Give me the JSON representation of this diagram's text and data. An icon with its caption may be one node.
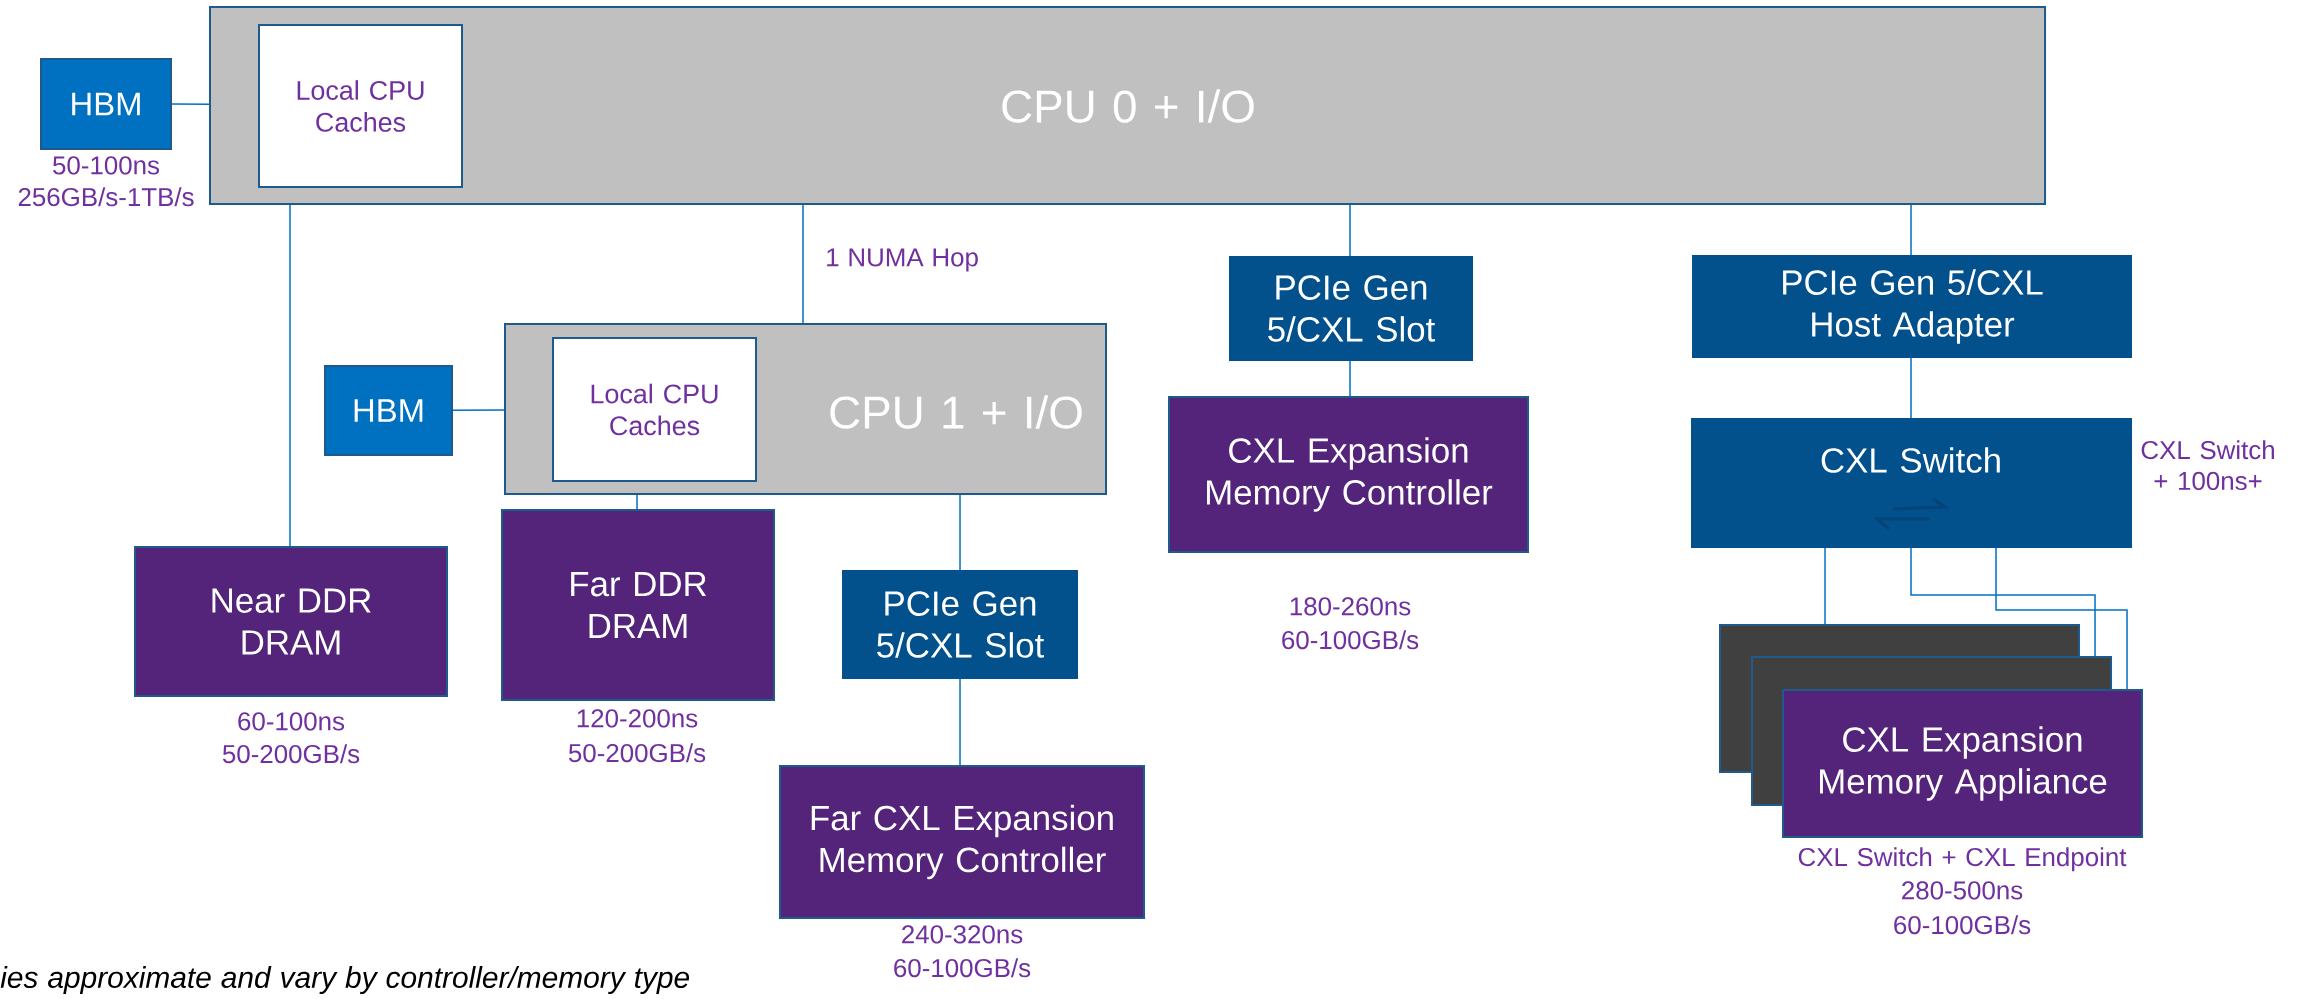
{
  "diagram": {
    "nodes": [
      {
        "text": [
          "CPU 0 + I/O"
        ]
      },
      {
        "text": [
          "Local CPU Caches"
        ],
        "in": 0
      },
      {
        "text": [
          "HBM"
        ],
        "beside": [
          "50-100ns",
          "256GB/s-1TB/s"
        ]
      },
      {
        "text": [
          "PCIe Gen 5/CXL Slot"
        ]
      },
      {
        "text": [
          "PCIe Gen 5/CXL Host Adapter"
        ]
      },
      {
        "text": [
          "CPU 1 + I/O"
        ]
      },
      {
        "text": [
          "Local CPU Caches"
        ],
        "in": 5
      },
      {
        "text": [
          "HBM"
        ]
      },
      {
        "text": [
          "CXL Expansion Memory Controller"
        ],
        "beside": [
          "180-260ns",
          "60-100GB/s"
        ]
      },
      {
        "text": [
          "CXL Switch"
        ],
        "beside": [
          "CXL Switch + 100ns+"
        ]
      },
      {
        "text": [
          "Near DDR DRAM"
        ],
        "beside": [
          "60-100ns",
          "50-200GB/s"
        ]
      },
      {
        "text": [
          "Far DDR DRAM"
        ],
        "beside": [
          "120-200ns",
          "50-200GB/s"
        ]
      },
      {
        "text": [
          "PCIe Gen 5/CXL Slot"
        ]
      },
      {
        "text": [],
        "shape": "box"
      },
      {
        "text": [],
        "shape": "box"
      },
      {
        "text": [
          "CXL Expansion Memory Appliance"
        ],
        "beside": [
          "CXL Switch + CXL Endpoint",
          "280-500ns",
          "60-100GB/s"
        ]
      },
      {
        "text": [
          "Far CXL Expansion Memory Controller"
        ],
        "beside": [
          "240-320ns",
          "60-100GB/s"
        ]
      }
    ],
    "edges": [
      {
        "from": 2,
        "to": 0,
        "arrow": "none"
      },
      {
        "from": 0,
        "to": 10,
        "arrow": "none"
      },
      {
        "from": 0,
        "to": 5,
        "arrow": "none",
        "label": "1 NUMA Hop"
      },
      {
        "from": 0,
        "to": 3,
        "arrow": "none"
      },
      {
        "from": 0,
        "to": 4,
        "arrow": "none"
      },
      {
        "from": 4,
        "to": 9,
        "arrow": "none"
      },
      {
        "from": 7,
        "to": 5,
        "arrow": "none"
      },
      {
        "from": 5,
        "to": 11,
        "arrow": "none"
      },
      {
        "from": 5,
        "to": 12,
        "arrow": "none"
      },
      {
        "from": 12,
        "to": 16,
        "arrow": "none"
      },
      {
        "from": 3,
        "to": 8,
        "arrow": "none"
      },
      {
        "from": 9,
        "to": 13,
        "arrow": "none"
      },
      {
        "from": 9,
        "to": 14,
        "arrow": "none"
      },
      {
        "from": 9,
        "to": 15,
        "arrow": "none"
      }
    ],
    "labels": [
      "ies approximate and vary by controller/memory type"
    ]
  }
}
